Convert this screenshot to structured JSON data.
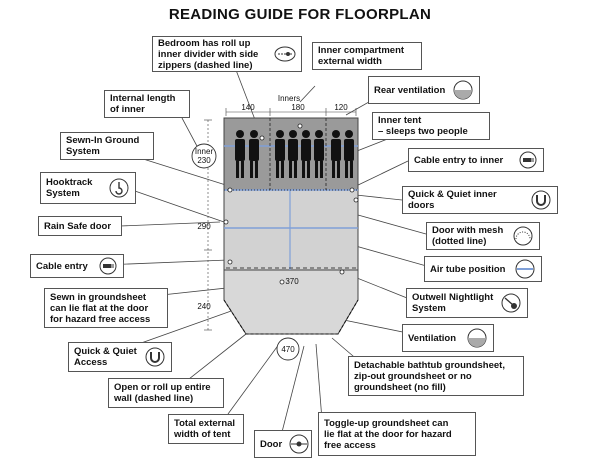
{
  "title": "READING GUIDE FOR FLOORPLAN",
  "labels": {
    "bedroom": "Bedroom has roll up\ninner divider with side\nzippers (dashed line)",
    "inner_compartment": "Inner compartment\nexternal width",
    "internal_length": "Internal length\nof inner",
    "rear_ventilation": "Rear ventilation",
    "inner_tent": "Inner tent\n– sleeps two people",
    "sewn_ground": "Sewn-In Ground\nSystem",
    "cable_entry_inner": "Cable entry to inner",
    "hooktrack": "Hooktrack\nSystem",
    "quick_quiet_inner": "Quick & Quiet inner doors",
    "rain_safe": "Rain Safe door",
    "door_mesh": "Door with mesh\n(dotted line)",
    "cable_entry": "Cable entry",
    "air_tube": "Air tube position",
    "sewn_groundsheet": "Sewn in groundsheet\ncan lie flat at the door\nfor hazard free access",
    "nightlight": "Outwell Nightlight\nSystem",
    "ventilation": "Ventilation",
    "quick_quiet_access": "Quick & Quiet\nAccess",
    "detachable": "Detachable bathtub groundsheet,\nzip-out groundsheet or no\ngroundsheet (no fill)",
    "open_roll": "Open or roll up entire\nwall (dashed line)",
    "total_width": "Total external\nwidth of tent",
    "door": "Door",
    "toggle_up": "Toggle-up groundsheet can\nlie flat at the door for hazard\nfree access"
  },
  "dimensions": {
    "inners_label": "Inners",
    "w_left": "140",
    "w_mid": "180",
    "w_right": "120",
    "inner_len_label": "Inner",
    "inner_len": "230",
    "len_290": "290",
    "len_240": "240",
    "width_370": "370",
    "width_470": "470"
  },
  "icons": {
    "bedroom": "divider-zip-icon",
    "rear_ventilation": "half-circle-vent-icon",
    "cable_entry_inner": "cable-plug-icon",
    "hooktrack": "hook-icon",
    "quick_quiet_inner": "magnet-icon",
    "door_mesh": "mesh-door-icon",
    "cable_entry": "cable-plug-icon",
    "air_tube": "air-tube-icon",
    "nightlight": "nightlight-icon",
    "ventilation": "half-circle-vent-icon",
    "quick_quiet_access": "magnet-icon",
    "door": "door-zip-icon"
  },
  "colors": {
    "inner_fill": "#9a9a9a",
    "floor_fill": "#cfcfcf",
    "divider_blue": "#7fa0d8"
  }
}
